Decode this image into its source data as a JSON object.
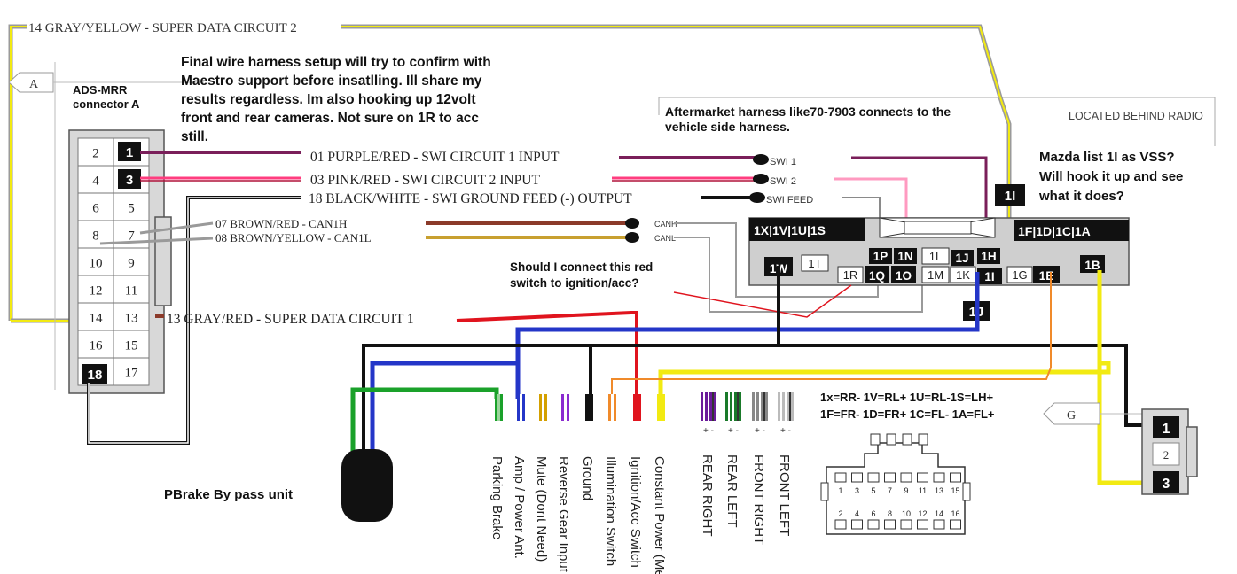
{
  "top_wire": "14 GRAY/YELLOW - SUPER DATA CIRCUIT 2",
  "connector_tag_a": "A",
  "connector_title": [
    "ADS-MRR",
    "connector A"
  ],
  "note_main": [
    "Final wire harness setup will try to confirm with",
    "Maestro support  before insatlling. Ill share my",
    "results regardless. Im also hooking up 12volt",
    "front and rear cameras. Not sure on 1R to acc",
    "still."
  ],
  "note_aftermarket": [
    "Aftermarket harness like70-7903 connects to the",
    "vehicle side harness."
  ],
  "located_label": "LOCATED BEHIND RADIO",
  "note_vss": [
    "Mazda list 1I as VSS?",
    "Will hook it up and see",
    "what it does?"
  ],
  "note_red_switch": [
    "Should I connect this red",
    "switch to ignition/acc?"
  ],
  "pbrake_label": "PBrake By pass unit",
  "connector_a_pins": [
    [
      "2",
      "1"
    ],
    [
      "4",
      "3"
    ],
    [
      "6",
      "5"
    ],
    [
      "8",
      "7"
    ],
    [
      "10",
      "9"
    ],
    [
      "12",
      "11"
    ],
    [
      "14",
      "13"
    ],
    [
      "16",
      "15"
    ],
    [
      "18",
      "17"
    ]
  ],
  "pin_tags": [
    "1",
    "3",
    "18"
  ],
  "wires": {
    "w1": "01 PURPLE/RED - SWI CIRCUIT 1 INPUT",
    "w3": "03 PINK/RED - SWI CIRCUIT 2 INPUT",
    "w18": "18 BLACK/WHITE - SWI GROUND FEED (-) OUTPUT",
    "w7": "07 BROWN/RED - CAN1H",
    "w8": "08  BROWN/YELLOW - CAN1L",
    "w13": "13  GRAY/RED - SUPER DATA CIRCUIT 1"
  },
  "small_labels": {
    "swi1": "SWI 1",
    "swi2": "SWI 2",
    "swifeed": "SWI FEED",
    "canh": "CANH",
    "canl": "CANL"
  },
  "vehicle_connector": {
    "left_group": "1X|1V|1U|1S",
    "right_group": "1F|1D|1C|1A",
    "pins_light": [
      "1T",
      "1R",
      "1L",
      "1M",
      "1K",
      "1G"
    ],
    "pins_dark": [
      "1W",
      "1P",
      "1N",
      "1Q",
      "1O",
      "1J",
      "1H",
      "1I",
      "1E",
      "1B"
    ],
    "float_tags": [
      "1I",
      "1J"
    ]
  },
  "speaker_legend": [
    "1x=RR- 1V=RL+ 1U=RL-1S=LH+",
    "1F=FR- 1D=FR+ 1C=FL- 1A=FL+"
  ],
  "connector_g_tag": "G",
  "connector_g_pins": [
    "1",
    "2",
    "3"
  ],
  "radio_wires": [
    "Parking Brake",
    "Amp / Power Ant.",
    "Mute (Dont Need)",
    "Reverse Gear Input",
    "Ground",
    "Illumination Switch",
    "Ignition/Acc Switch",
    "Constant Power (Mem"
  ],
  "speaker_wires": [
    "REAR RIGHT",
    "REAR LEFT",
    "FRONT RIGHT",
    "FRONT LEFT"
  ],
  "plus_minus": "+ -",
  "plug_top_numbers": [
    "1",
    "3",
    "5",
    "7",
    "9",
    "11",
    "13",
    "15"
  ],
  "plug_bottom_numbers": [
    "2",
    "4",
    "6",
    "8",
    "10",
    "12",
    "14",
    "16"
  ],
  "colors": {
    "purple": "#7a1f5a",
    "pink": "#ff3d7f",
    "red": "#e0141e",
    "blue": "#2436c8",
    "yellow": "#f2ea12",
    "gray": "#9a9a9a",
    "orange": "#f08a2a",
    "green": "#1aa12a",
    "brown_red": "#8b3a2a",
    "brown_yellow": "#c8a030"
  }
}
